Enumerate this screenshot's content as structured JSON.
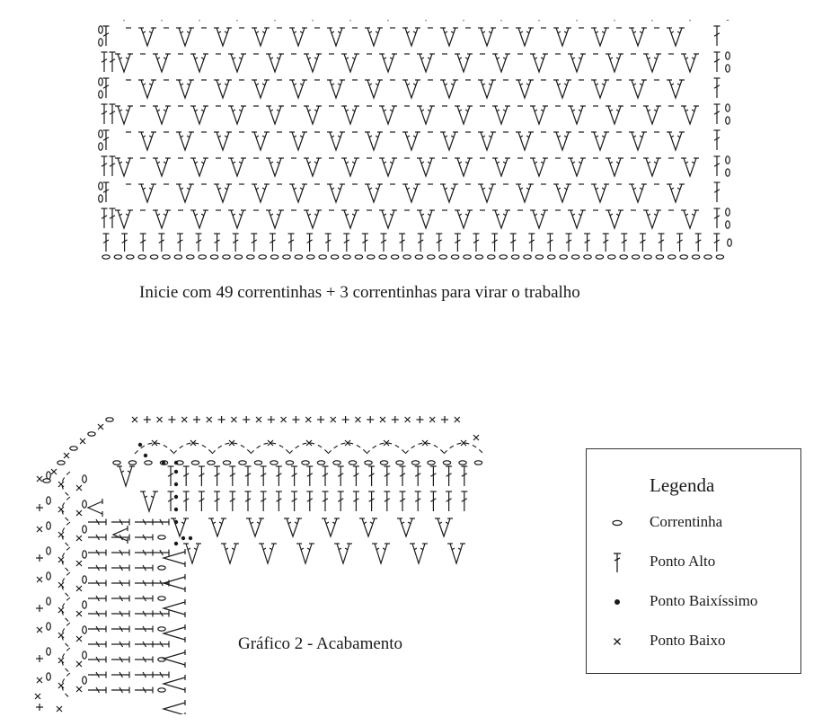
{
  "chart1": {
    "caption": "Inicie com 49 correntinhas + 3 correntinhas para virar o trabalho",
    "rows": 9,
    "v_stitches_per_row": 16
  },
  "chart2": {
    "caption": "Gráfico 2 - Acabamento"
  },
  "legend": {
    "title": "Legenda",
    "items": [
      {
        "symbol": "chain-icon",
        "label": "Correntinha"
      },
      {
        "symbol": "double-crochet-icon",
        "label": "Ponto Alto"
      },
      {
        "symbol": "slip-stitch-icon",
        "label": "Ponto Baixíssimo"
      },
      {
        "symbol": "single-crochet-icon",
        "label": "Ponto Baixo"
      }
    ]
  },
  "colors": {
    "ink": "#1a1a1a",
    "background": "#ffffff"
  }
}
